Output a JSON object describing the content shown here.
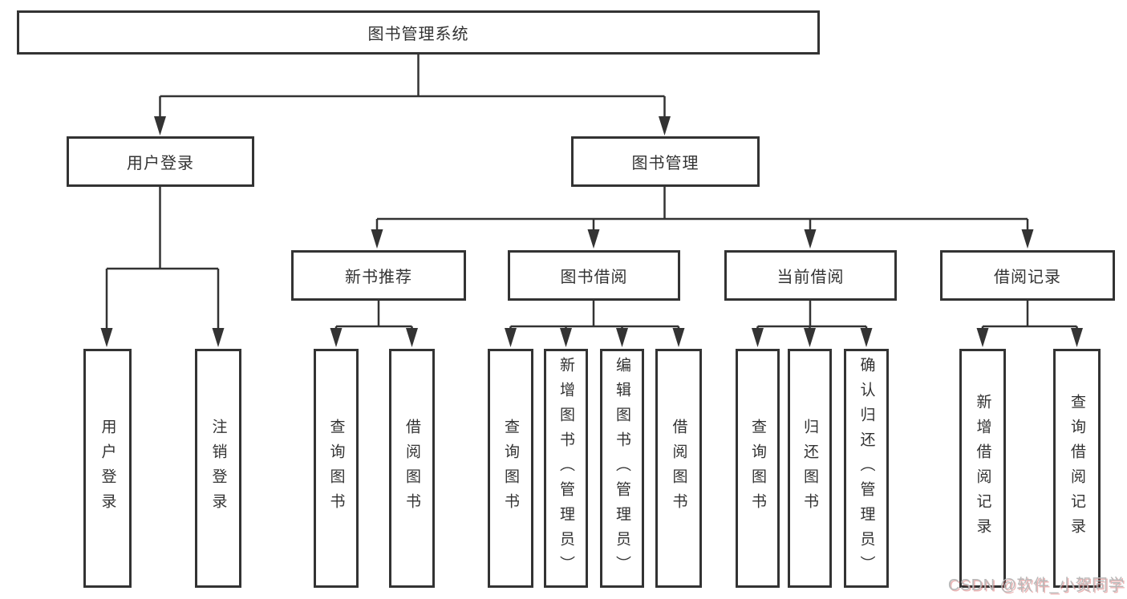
{
  "tree": {
    "root": "图书管理系统",
    "branches": [
      {
        "label": "用户登录",
        "children": [
          "用户登录",
          "注销登录"
        ]
      },
      {
        "label": "图书管理",
        "sections": [
          {
            "label": "新书推荐",
            "children": [
              "查询图书",
              "借阅图书"
            ]
          },
          {
            "label": "图书借阅",
            "children": [
              "查询图书",
              "新增图书（管理员）",
              "编辑图书（管理员）",
              "借阅图书"
            ]
          },
          {
            "label": "当前借阅",
            "children": [
              "查询图书",
              "归还图书",
              "确认归还（管理员）"
            ]
          },
          {
            "label": "借阅记录",
            "children": [
              "新增借阅记录",
              "查询借阅记录"
            ]
          }
        ]
      }
    ]
  },
  "watermark": "CSDN @软件_小贺同学",
  "colors": {
    "line": "#333333",
    "text": "#333333",
    "box_background": "#ffffff",
    "watermark_text": "#b9b9b9"
  }
}
